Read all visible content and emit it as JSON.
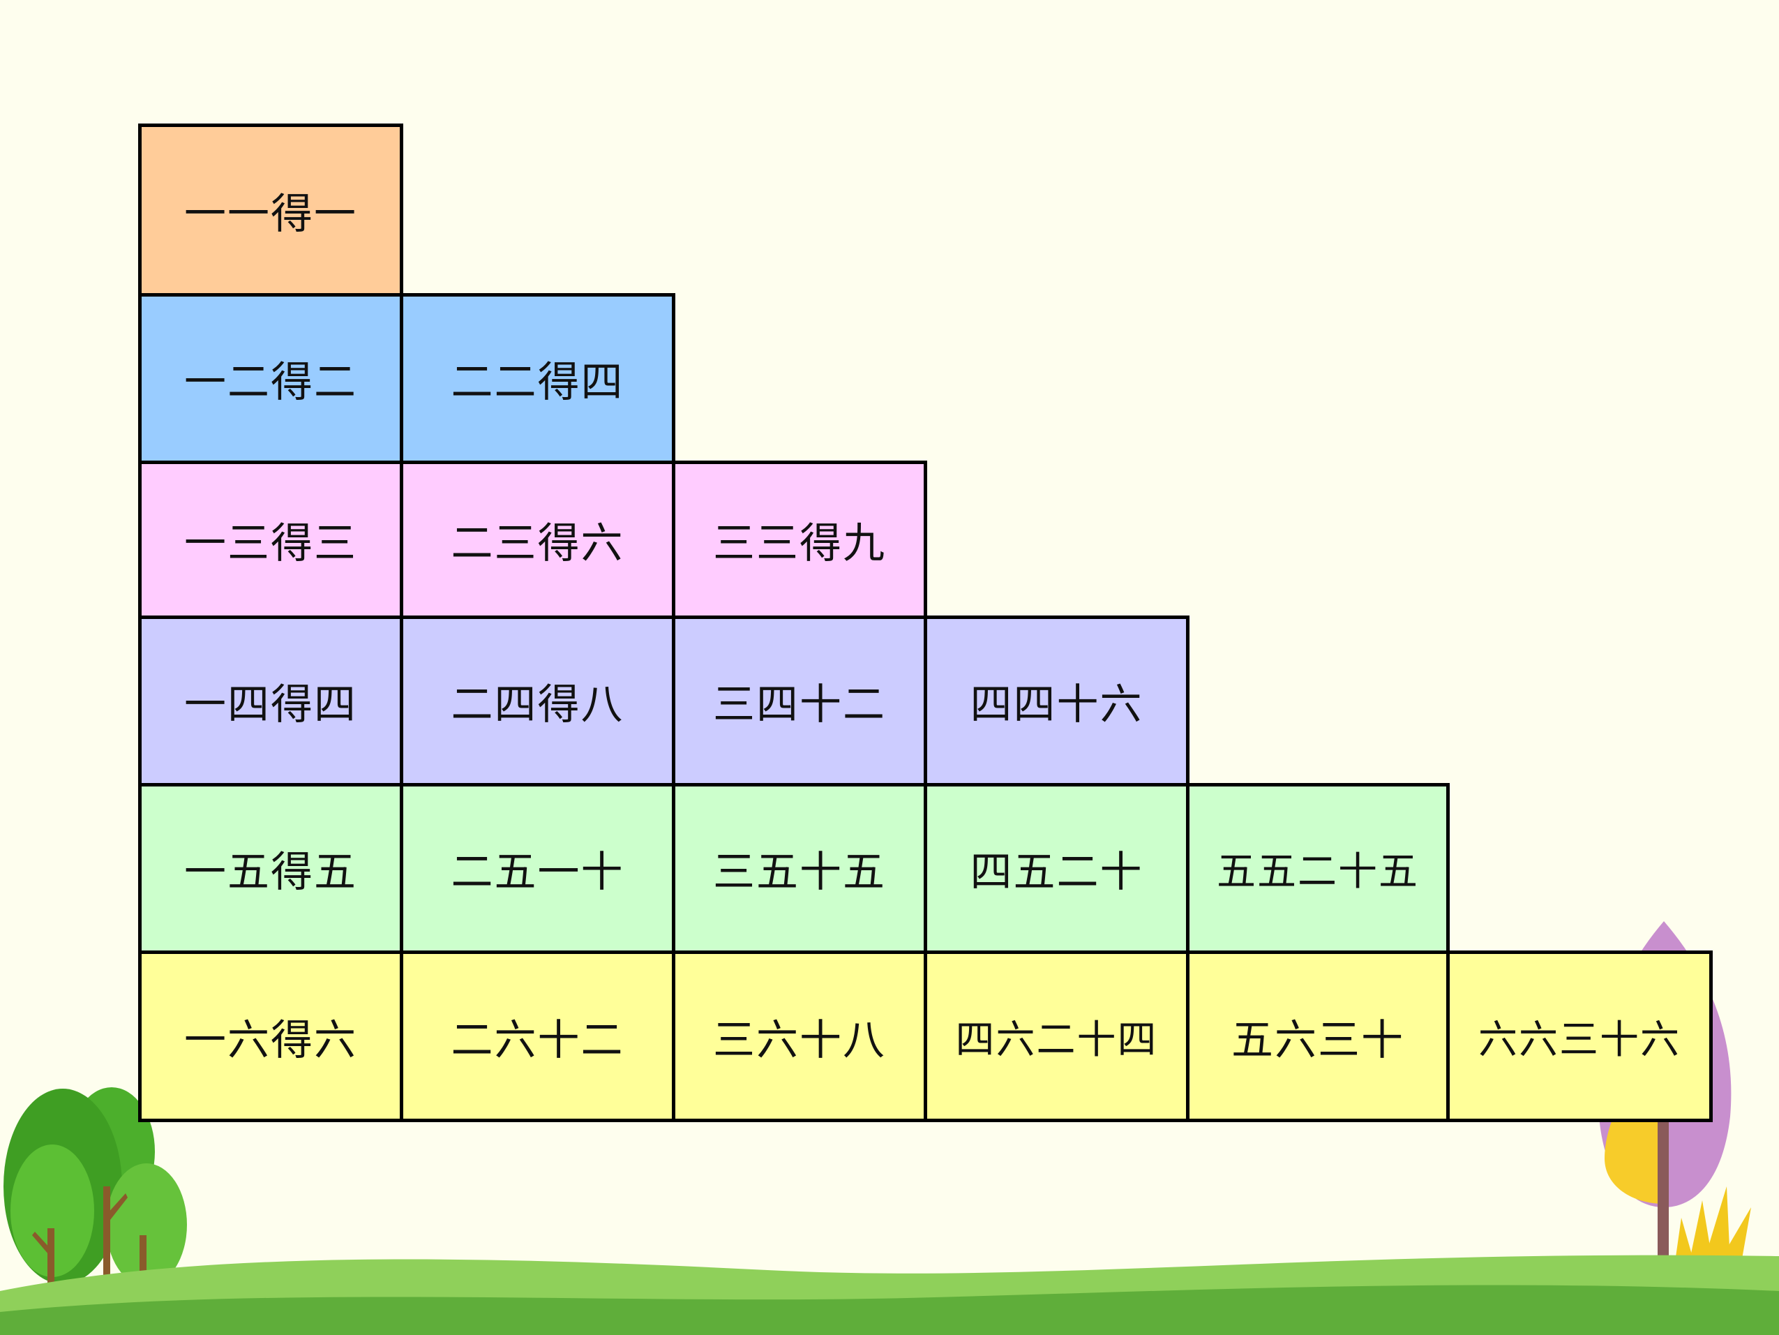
{
  "rows": [
    {
      "color": "#ffcc99",
      "cells": [
        "一一得一"
      ]
    },
    {
      "color": "#99ccff",
      "cells": [
        "一二得二",
        "二二得四"
      ]
    },
    {
      "color": "#ffccff",
      "cells": [
        "一三得三",
        "二三得六",
        "三三得九"
      ]
    },
    {
      "color": "#ccccff",
      "cells": [
        "一四得四",
        "二四得八",
        "三四十二",
        "四四十六"
      ]
    },
    {
      "color": "#ccffcc",
      "cells": [
        "一五得五",
        "二五一十",
        "三五十五",
        "四五二十",
        "五五二十五"
      ]
    },
    {
      "color": "#ffff99",
      "cells": [
        "一六得六",
        "二六十二",
        "三六十八",
        "四六二十四",
        "五六三十",
        "六六三十六"
      ]
    }
  ],
  "colors": {
    "background": "#fefeee",
    "grass_dark": "#5fae3a",
    "grass_light": "#8fd05a",
    "tree_green": "#4caf2c",
    "tree_trunk": "#8a5a2b",
    "tree_purple": "#c88fce",
    "tree_yellow": "#f7cc2a"
  }
}
